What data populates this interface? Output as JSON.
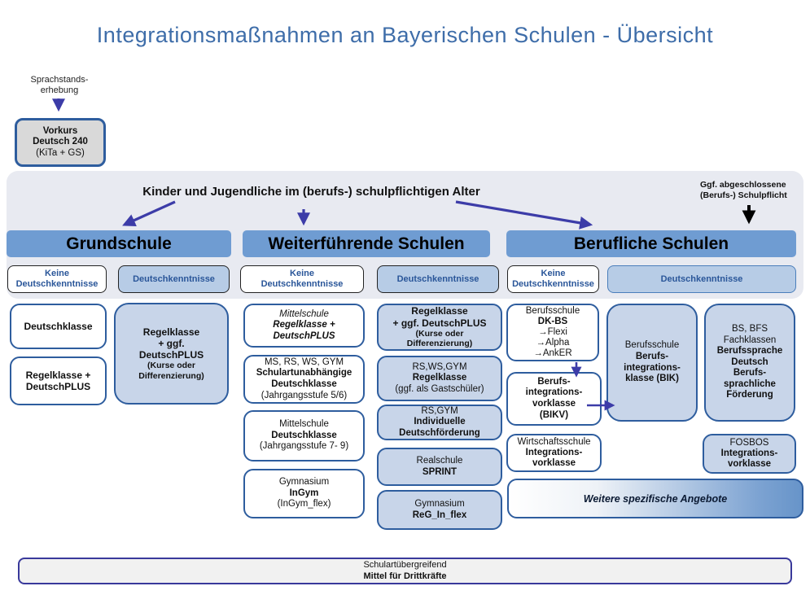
{
  "title": "Integrationsmaßnahmen an Bayerischen Schulen - Übersicht",
  "intake": {
    "label": "Sprachstands-\nerhebung",
    "vorkurs_main": "Vorkurs\nDeutsch 240",
    "vorkurs_sub": "(KiTa + GS)"
  },
  "band": {
    "headline": "Kinder und Jugendliche im (berufs-) schulpflichtigen Alter",
    "note": "Ggf. abgeschlossene\n(Berufs-) Schulpflicht"
  },
  "grundschule": {
    "header": "Grundschule",
    "keine_label": "Keine\nDeutschkenntnisse",
    "deutsch_label": "Deutschkenntnisse",
    "k1_main": "Deutschklasse",
    "k2_main": "Regelklasse +\nDeutschPLUS",
    "d1_main": "Regelklasse\n+ ggf.\nDeutschPLUS",
    "d1_sub": "(Kurse oder\nDifferenzierung)"
  },
  "weiterfuehrende": {
    "header": "Weiterführende Schulen",
    "keine_label": "Keine\nDeutschkenntnisse",
    "deutsch_label": "Deutschkenntnisse",
    "k1_top": "Mittelschule",
    "k1_main": "Regelklasse +\nDeutschPLUS",
    "k2_top": "MS, RS, WS, GYM",
    "k2_main": "Schulartunabhängige\nDeutschklasse",
    "k2_sub": "(Jahrgangsstufe 5/6)",
    "k3_top": "Mittelschule",
    "k3_main": "Deutschklasse",
    "k3_sub": "(Jahrgangsstufe 7- 9)",
    "k4_top": "Gymnasium",
    "k4_main": "InGym",
    "k4_sub": "(InGym_flex)",
    "d1_main": "Regelklasse\n+ ggf. DeutschPLUS",
    "d1_sub": "(Kurse oder\nDifferenzierung)",
    "d2_top": "RS,WS,GYM",
    "d2_main": "Regelklasse",
    "d2_sub": "(ggf. als Gastschüler)",
    "d3_top": "RS,GYM",
    "d3_main": "Individuelle\nDeutschförderung",
    "d4_top": "Realschule",
    "d4_main": "SPRINT",
    "d5_top": "Gymnasium",
    "d5_main": "ReG_In_flex"
  },
  "berufliche": {
    "header": "Berufliche Schulen",
    "keine_label": "Keine\nDeutschkenntnisse",
    "deutsch_label": "Deutschkenntnisse",
    "dkbs_top": "Berufsschule",
    "dkbs_main": "DK-BS",
    "dkbs_list": "→Flexi\n→Alpha\n→AnkER",
    "bikv_main": "Berufs-\nintegrations-\nvorklasse\n(BIKV)",
    "bik_top": "Berufsschule",
    "bik_main": "Berufs-\nintegrations-\nklasse (BIK)",
    "bsbfs_top": "BS, BFS\nFachklassen",
    "bsbfs_main": "Berufssprache\nDeutsch\nBerufs-\nsprachliche\nFörderung",
    "wirt_top": "Wirtschaftsschule",
    "wirt_main": "Integrations-\nvorklasse",
    "fosbos_top": "FOSBOS",
    "fosbos_main": "Integrations-\nvorklasse",
    "weitere_label": "Weitere spezifische Angebote"
  },
  "footer": {
    "top": "Schulartübergreifend",
    "main": "Mittel für Drittkräfte"
  },
  "colors": {
    "title_blue": "#3e6da9",
    "column_header_fill": "#6f9cd2",
    "box_border_blue": "#2e5d9e",
    "light_blue_fill": "#c8d5e9",
    "subheader_blue_fill": "#b7cce6",
    "subheader_text_blue": "#2a5699",
    "band_fill": "#e8eaf1",
    "vorkurs_gray_fill": "#d9d9d9",
    "arrow_purple": "#3c3ca8",
    "arrow_black": "#000000",
    "footer_border": "#39399b"
  }
}
